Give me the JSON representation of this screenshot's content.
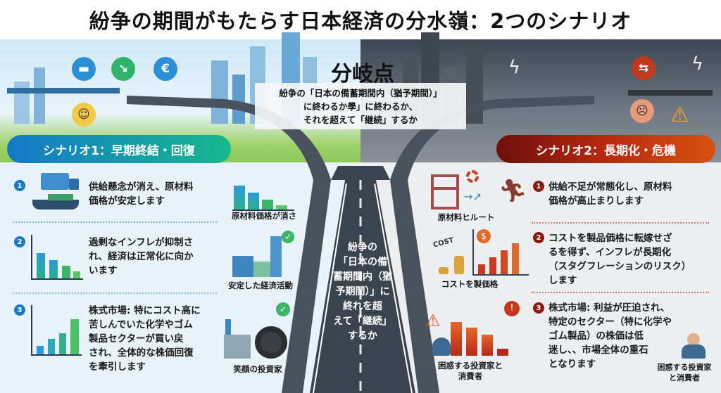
{
  "title": "紛争の期間がもたらす日本経済の分水嶺：2つのシナリオ",
  "fork": {
    "heading": "分岐点",
    "lines": [
      "紛争の「日本の備蓄期間内（猶予期間）」",
      "に終わるか學」に終わるか、",
      "それを超えて「継続」するか"
    ],
    "road_lines": [
      "紛争の",
      "「日本の備",
      "蓄期間内（猶",
      "予期間）」に",
      "終れを超",
      "えて「継続」",
      "するか"
    ]
  },
  "scenario1": {
    "label": "シナリオ1：早期終結・回復",
    "color_start": "#1479c9",
    "color_end": "#16b98c",
    "top_icons": [
      "truck-icon",
      "down-trend-icon",
      "euro-icon"
    ],
    "items": [
      {
        "num": "1",
        "text_lines": [
          "供給懸念が消え、原材料",
          "価格が安定します"
        ],
        "caption": "原材料価格が消さ"
      },
      {
        "num": "2",
        "text_lines": [
          "過剰なインフレが抑制さ",
          "れ、経済は正常化に向か",
          "います"
        ],
        "caption": "安定した経済活動"
      },
      {
        "num": "3",
        "text_lines": [
          "株式市場: 特にコスト高に",
          "苦しんでいた化学やゴム",
          "製品セクターが買い戻",
          "され、全体的な株価回復",
          "を牽引します"
        ],
        "caption": "笑顔の投資家"
      }
    ]
  },
  "scenario2": {
    "label": "シナリオ2：長期化・危機",
    "color_start": "#6d0f0a",
    "color_end": "#d9510f",
    "items": [
      {
        "num": "1",
        "text_lines": [
          "供給不足が常態化し、原材料",
          "価格が高止まりします"
        ],
        "caption": "原材料ヒルート"
      },
      {
        "num": "2",
        "text_lines": [
          "コストを製品価格に転嫁せざ",
          "るを得ず、インフレが長期化",
          "（スタグフレーションのリスク）",
          "します"
        ],
        "caption": "コストを製価格"
      },
      {
        "num": "3",
        "text_lines": [
          "株式市場: 利益が圧迫され、",
          "特定のセクター（特に化学や",
          "ゴム製品）の株価は低",
          "迷し、、市場全体の重石",
          "となります"
        ],
        "caption_lines": [
          "困惑する投資家と",
          "消費者"
        ],
        "caption2_lines": [
          "困惑する投資家",
          "と消費者"
        ]
      }
    ],
    "cost_label": "COST"
  }
}
